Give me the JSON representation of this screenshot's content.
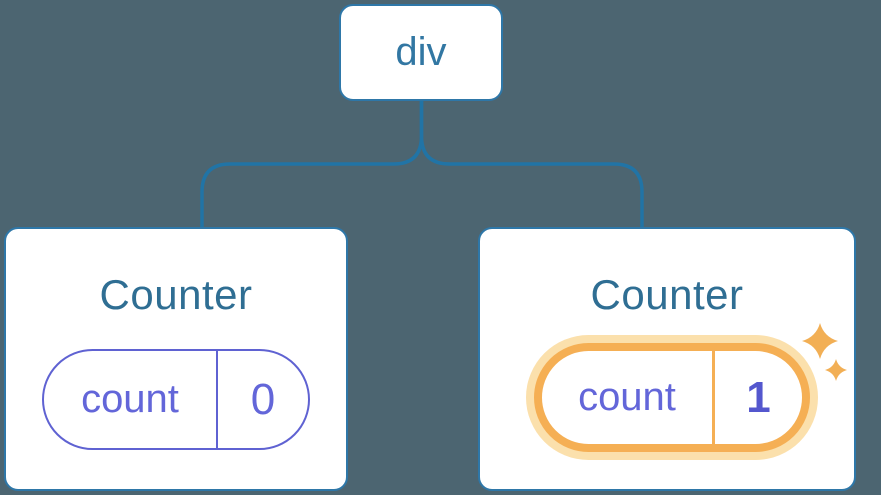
{
  "colors": {
    "background": "#4C6571",
    "connector-blue": "#2174A6",
    "node-border-blue": "#2E77A8",
    "node-label-blue": "#3277A3",
    "title-blue": "#2F6E93",
    "state-purple": "#5F62D2",
    "state-text-purple": "#6366D9",
    "state-value-purple": "#5457CE",
    "highlight-orange": "#F5AF54",
    "highlight-glow": "#FBE0AC",
    "sparkle-orange": "#F2AF55",
    "card-white": "#FFFFFF"
  },
  "tree": {
    "root": {
      "label": "div"
    },
    "children": [
      {
        "title": "Counter",
        "state_key": "count",
        "state_value": "0",
        "highlighted": false
      },
      {
        "title": "Counter",
        "state_key": "count",
        "state_value": "1",
        "highlighted": true
      }
    ]
  }
}
